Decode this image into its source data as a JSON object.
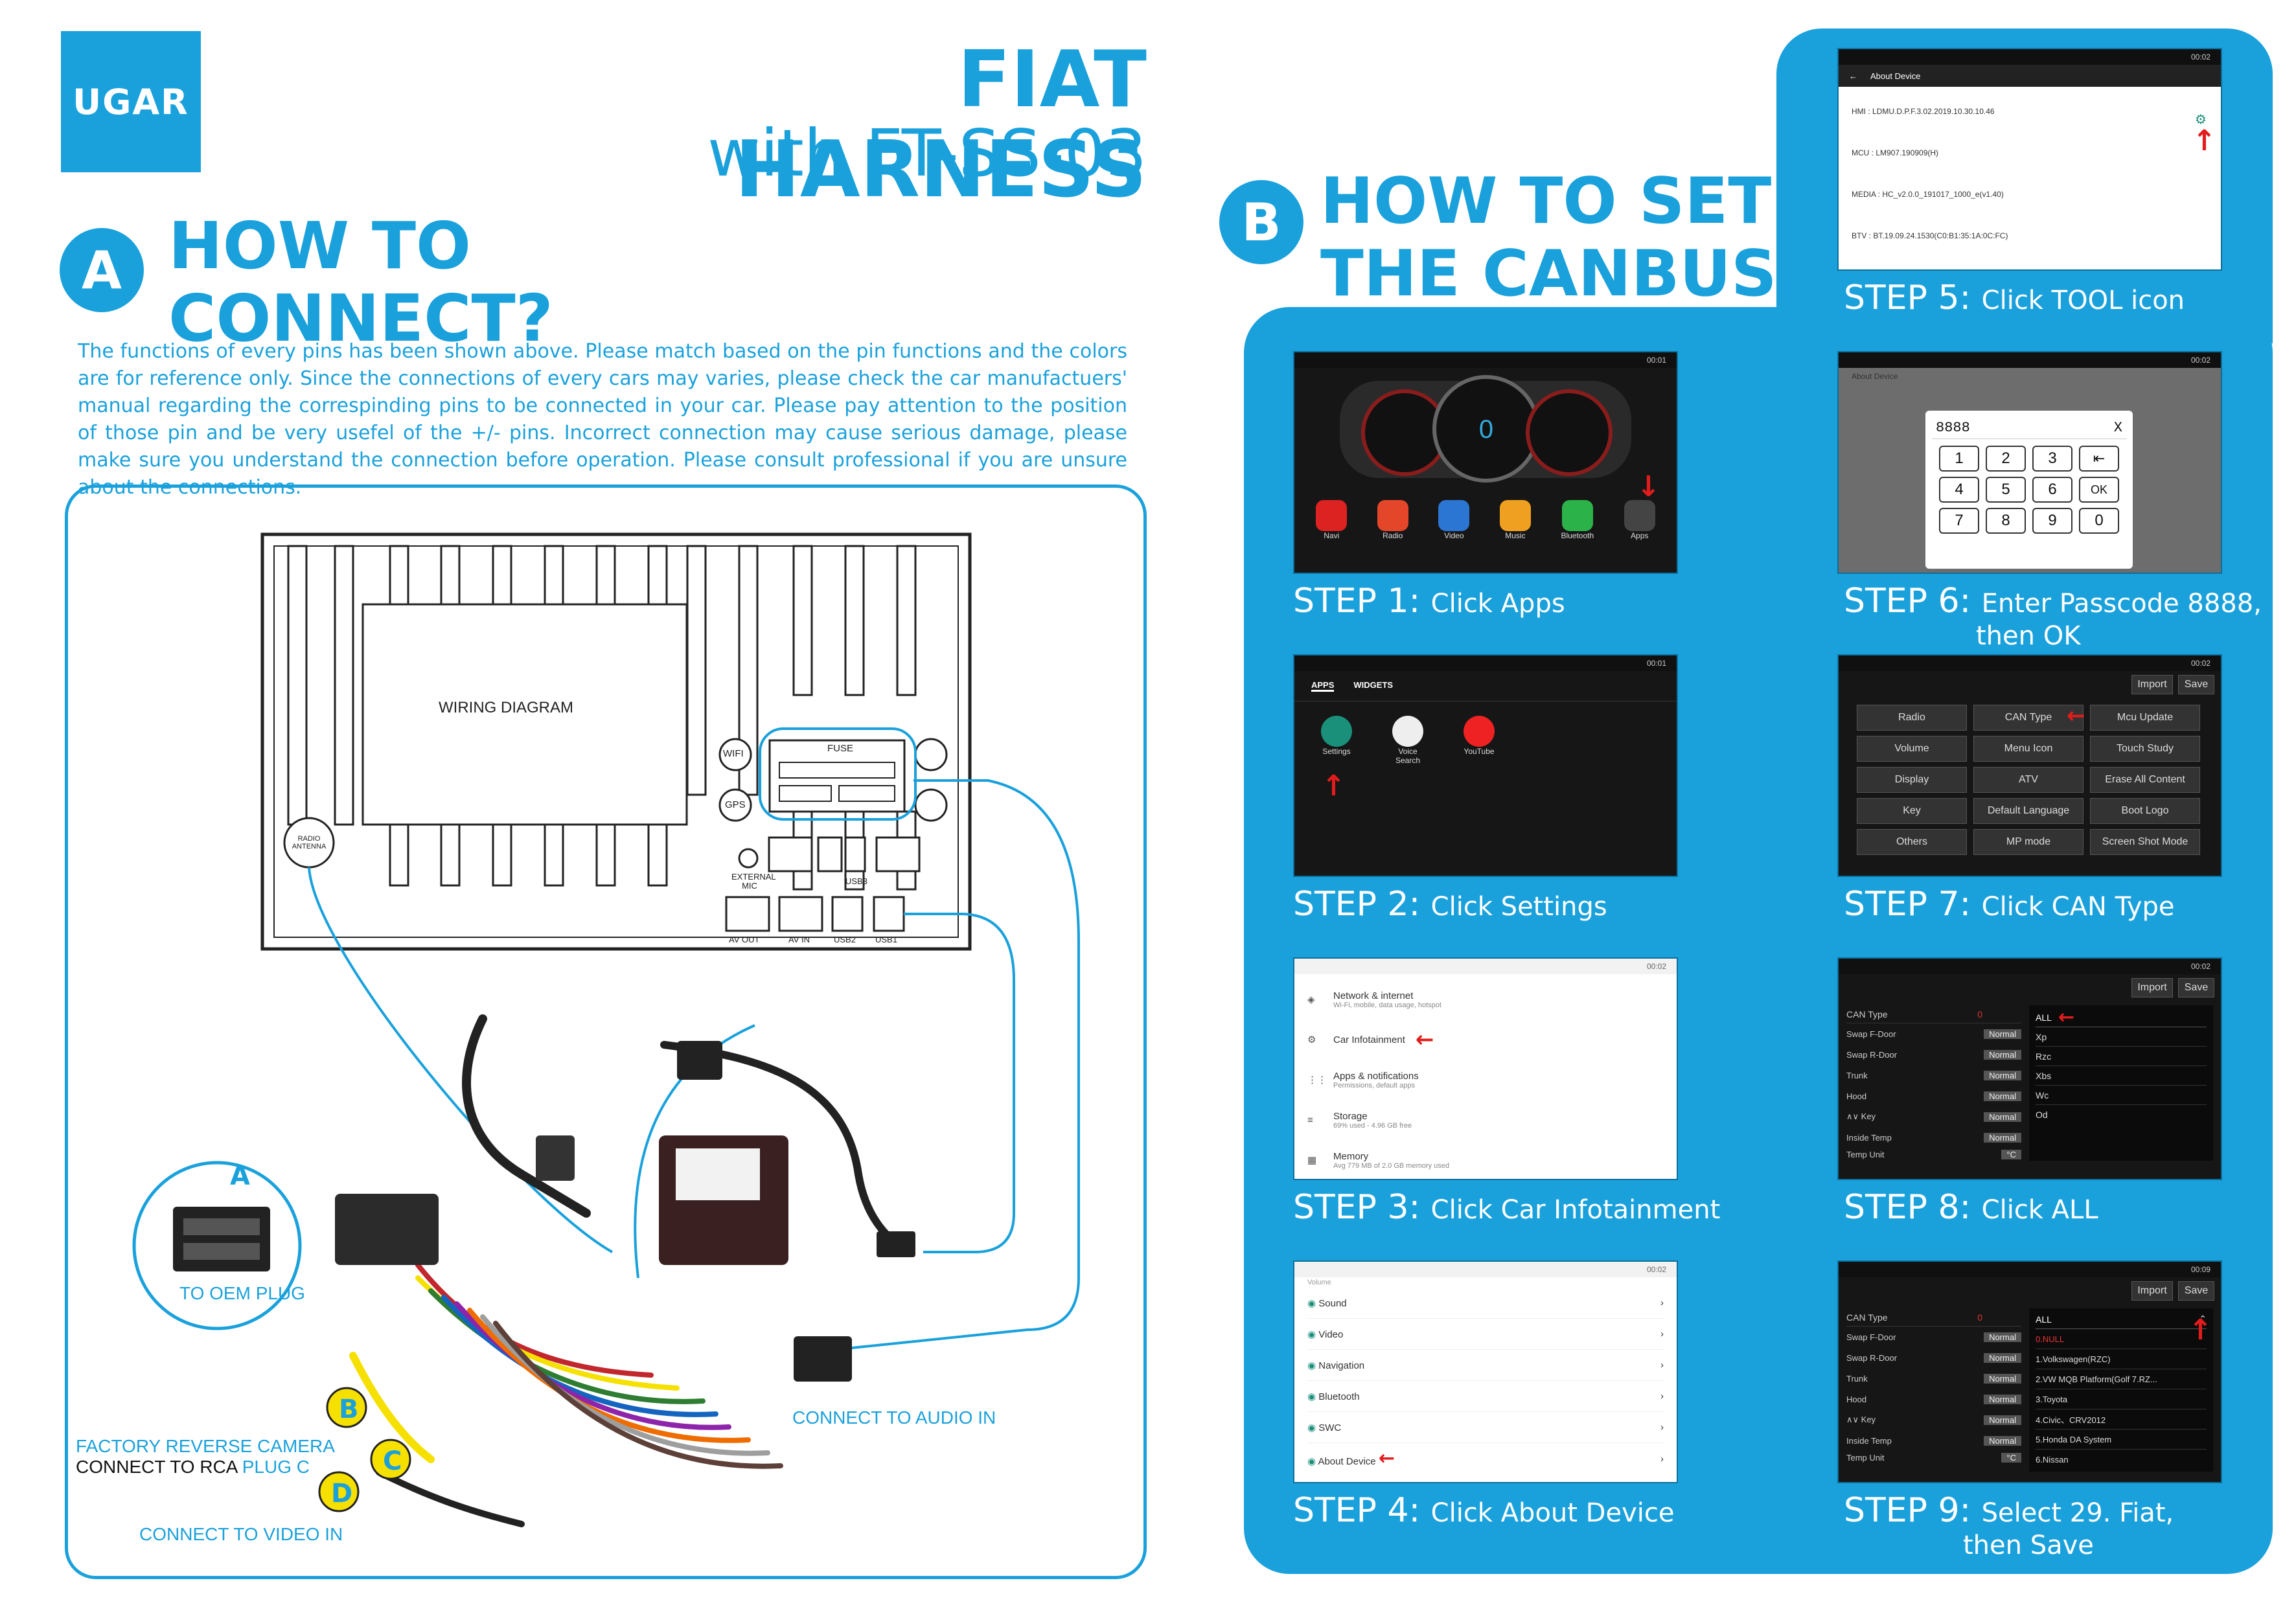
{
  "brand": {
    "logo_text": "UGAR"
  },
  "header": {
    "title": "FIAT HARNESS",
    "subtitle": "with FT-SS-03"
  },
  "section_a": {
    "badge": "A",
    "heading_line1": "HOW TO",
    "heading_line2": "CONNECT?",
    "intro": "The functions of every pins has been shown above. Please match based on the pin functions and the colors are for reference only. Since the connections of every cars may varies, please check the car manufactuers' manual regarding the correspinding pins to be connected in your car. Please pay attention to the position of those pin and be very usefel of the +/- pins. Incorrect connection may cause serious damage, please make sure you understand the connection before operation. Please consult professional if you are unsure about the connections.",
    "diagram": {
      "center_label": "WIRING DIAGRAM",
      "port_wifi": "WIFI",
      "port_gps": "GPS",
      "port_radio": "RADIO ANTENNA",
      "port_fuse": "FUSE",
      "port_mic": "EXTERNAL MIC",
      "port_usb3": "USB3",
      "port_avout": "AV OUT",
      "port_avin": "AV IN",
      "port_usb2": "USB2",
      "port_usb1": "USB1",
      "label_a": "A",
      "label_b": "B",
      "label_c": "C",
      "label_d": "D",
      "oem_plug": "TO OEM PLUG",
      "audio_in": "CONNECT TO AUDIO IN",
      "rev_cam_line1": "FACTORY REVERSE CAMERA",
      "rev_cam_line2_a": "CONNECT TO RCA ",
      "rev_cam_line2_b": "PLUG C",
      "video_in": "CONNECT TO VIDEO IN"
    }
  },
  "section_b": {
    "badge": "B",
    "heading_line1": "HOW TO SET",
    "heading_line2": "THE CANBUS?",
    "steps": [
      {
        "num": "STEP 1:",
        "text": "Click Apps"
      },
      {
        "num": "STEP 2:",
        "text": "Click Settings"
      },
      {
        "num": "STEP 3:",
        "text": "Click Car Infotainment"
      },
      {
        "num": "STEP 4:",
        "text": "Click About Device"
      },
      {
        "num": "STEP 5:",
        "text": "Click TOOL icon"
      },
      {
        "num": "STEP 6:",
        "text": "Enter Passcode 8888,",
        "text2": "then OK"
      },
      {
        "num": "STEP 7:",
        "text": "Click CAN Type"
      },
      {
        "num": "STEP 8:",
        "text": "Click ALL"
      },
      {
        "num": "STEP 9:",
        "text": "Select 29. Fiat,",
        "text2": "then Save"
      }
    ],
    "screens": {
      "time1": "00:01",
      "time2": "00:02",
      "time9": "00:09",
      "apps": [
        "Navi",
        "Radio",
        "Video",
        "Music",
        "Bluetooth",
        "Apps"
      ],
      "drawer_tabs": [
        "APPS",
        "WIDGETS"
      ],
      "drawer_apps": [
        "Settings",
        "Voice Search",
        "YouTube"
      ],
      "settings_items": [
        {
          "title": "Network & internet",
          "sub": "Wi-Fi, mobile, data usage, hotspot"
        },
        {
          "title": "Car Infotainment",
          "sub": ""
        },
        {
          "title": "Apps & notifications",
          "sub": "Permissions, default apps"
        },
        {
          "title": "Storage",
          "sub": "69% used - 4.96 GB free"
        },
        {
          "title": "Memory",
          "sub": "Avg 779 MB of 2.0 GB memory used"
        }
      ],
      "car_items": [
        "Volume",
        "Sound",
        "Video",
        "Navigation",
        "Bluetooth",
        "SWC",
        "About Device"
      ],
      "about_title": "About Device",
      "about_rows": [
        "HMI : LDMU.D.P.F.3.02.2019.10.30.10.46",
        "MCU : LM907.190909(H)",
        "MEDIA : HC_v2.0.0_191017_1000_e(v1.40)",
        "BTV : BT.19.09.24.1530(C0:B1:35:1A:0C:FC)"
      ],
      "passcode": "8888",
      "keypad": [
        "1",
        "2",
        "3",
        "⇤",
        "4",
        "5",
        "6",
        "OK",
        "7",
        "8",
        "9",
        "0"
      ],
      "keypad_close": "X",
      "tool_buttons": [
        "Import",
        "Save"
      ],
      "tool_grid": [
        "Radio",
        "CAN Type",
        "Mcu Update",
        "Volume",
        "Menu Icon",
        "Touch Study",
        "Display",
        "ATV",
        "Erase All Content",
        "Key",
        "Default Language",
        "Boot Logo",
        "Others",
        "MP mode",
        "Screen Shot Mode"
      ],
      "can_label": "CAN Type",
      "can_value": "0",
      "can_rows": [
        "Swap F-Door",
        "Swap R-Door",
        "Trunk",
        "Hood",
        "∧∨ Key",
        "Inside Temp",
        "Temp Unit"
      ],
      "can_row_value": "Normal",
      "can_unit": "°C",
      "can_types_8": [
        "ALL",
        "Xp",
        "Rzc",
        "Xbs",
        "Wc",
        "Od"
      ],
      "can_types_9": [
        "ALL",
        "0.NULL",
        "1.Volkswagen(RZC)",
        "2.VW MQB Platform(Golf 7.RZ...",
        "3.Toyota",
        "4.Civic、CRV2012",
        "5.Honda DA System",
        "6.Nissan"
      ]
    }
  },
  "colors": {
    "brand_blue": "#1aa1dc",
    "arrow_red": "#e21c1c",
    "screen_dark": "#161616"
  }
}
